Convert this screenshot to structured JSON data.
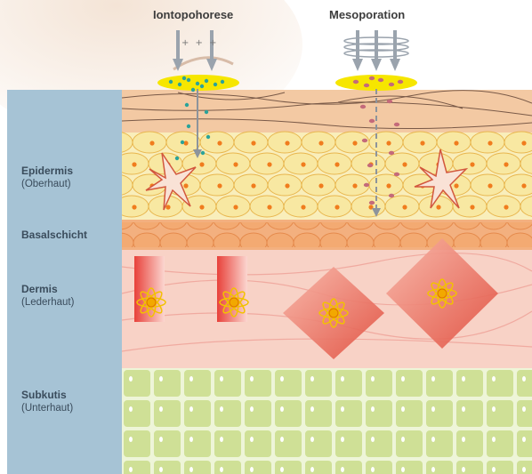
{
  "methods": {
    "iontophoresis": {
      "title": "Iontopohorese",
      "charge_label": "+ + +"
    },
    "mesoporation": {
      "title": "Mesoporation"
    }
  },
  "layers": [
    {
      "name": "Epidermis",
      "sub": "(Oberhaut)"
    },
    {
      "name": "Basalschicht",
      "sub": ""
    },
    {
      "name": "Dermis",
      "sub": "(Lederhaut)"
    },
    {
      "name": "Subkutis",
      "sub": "(Unterhaut)"
    }
  ],
  "colors": {
    "side_panel": "#a6c3d5",
    "stratum_corneum": "#f3c9a3",
    "epidermis_cell": "#f8e8a2",
    "cell_nucleus": "#f07c1e",
    "basal_cell": "#f0a46a",
    "dermis": "#f7cfc4",
    "fibroblast": "#e14a3a",
    "subcutis": "#dfe9b4",
    "fat_cell": "#c8dc8a",
    "ion_drop": "#f6e600",
    "ion_dot": "#2aa39a",
    "meso_dot": "#c46a7a"
  }
}
